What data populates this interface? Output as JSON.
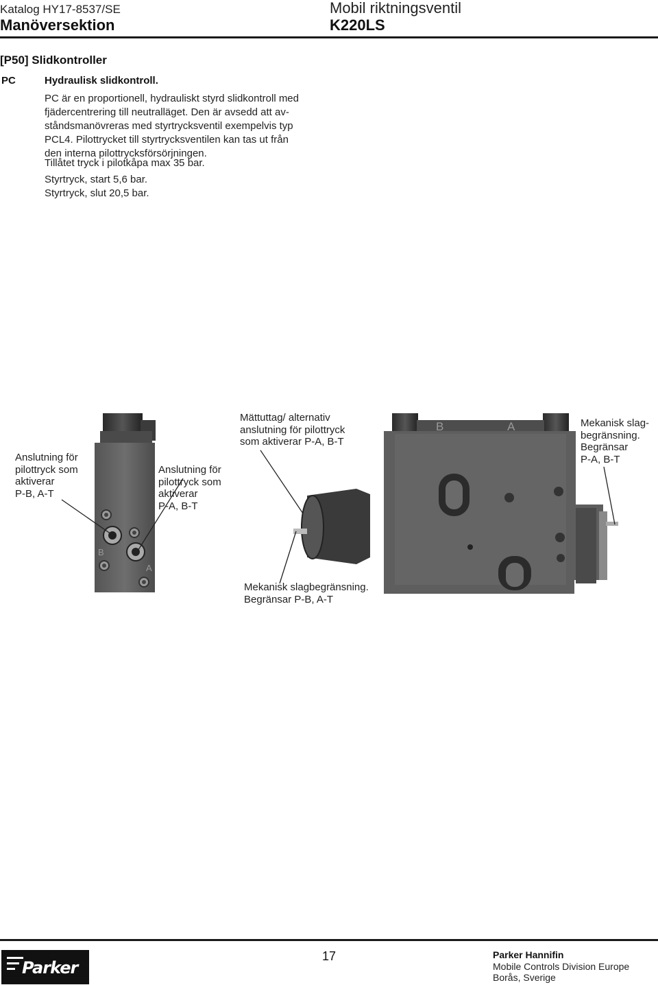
{
  "header": {
    "catalog": "Katalog HY17-8537/SE",
    "section": "Manöversektion",
    "product_type": "Mobil riktningsventil",
    "model": "K220LS"
  },
  "section_title": "[P50] Slidkontroller",
  "option": {
    "code": "PC",
    "title": "Hydraulisk slidkontroll.",
    "description_lines": [
      "PC är en proportionell, hydrauliskt styrd slidkontroll med",
      "fjädercentrering till neutralläget. Den är avsedd att av-",
      "ståndsmanövreras med styrtrycksventil exempelvis typ",
      "PCL4. Pilottrycket till styrtrycksventilen kan tas ut från",
      "den interna pilottrycksförsörjningen."
    ],
    "max_pressure": "Tillåtet tryck i pilotkåpa max 35 bar.",
    "pressure_start": "Styrtryck, start 5,6 bar.",
    "pressure_end": "Styrtryck, slut 20,5 bar."
  },
  "figure": {
    "label_pb_at": [
      "Anslutning för",
      "pilottryck som",
      "aktiverar",
      "P-B, A-T"
    ],
    "label_pa_bt": [
      "Anslutning för",
      "pilottryck som",
      "aktiverar",
      "P-A, B-T"
    ],
    "label_gauge": [
      "Mättuttag/ alternativ",
      "anslutning för pilottryck",
      "som aktiverar P-A, B-T"
    ],
    "label_stop_pa": [
      "Mekanisk slag-",
      "begränsning.",
      "Begränsar",
      "P-A, B-T"
    ],
    "label_stop_pb": [
      "Mekanisk slagbegränsning.",
      "Begränsar P-B, A-T"
    ],
    "port_b": "B",
    "port_a": "A",
    "casting_b": "B",
    "casting_a": "A"
  },
  "footer": {
    "brand": "Parker",
    "page": "17",
    "company": "Parker Hannifin",
    "division": "Mobile Controls Division Europe",
    "location": "Borås, Sverige"
  }
}
